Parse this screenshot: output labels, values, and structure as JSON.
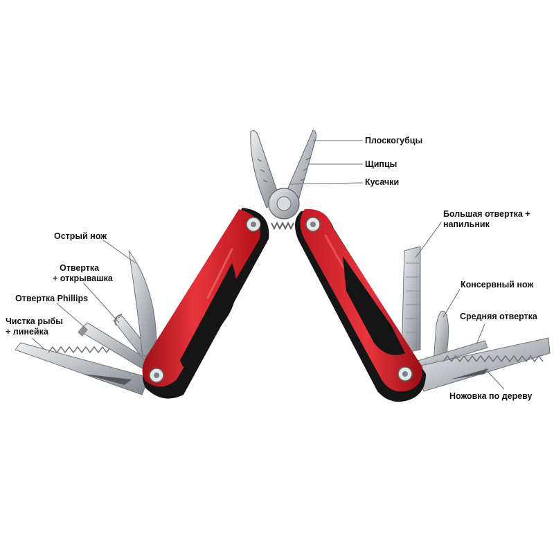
{
  "colors": {
    "handle_red": "#d3222c",
    "handle_dark": "#8e0d14",
    "grip_black": "#151515",
    "steel": "#c9ccd0",
    "steel_dark": "#8d9196",
    "leader": "#6b6b6b"
  },
  "labels_right": {
    "pliers": "Плоскогубцы",
    "tweezers": "Щипцы",
    "cutters": "Кусачки",
    "big_screwdriver_l1": "Большая отвертка +",
    "big_screwdriver_l2": "напильник",
    "can_opener": "Консервный нож",
    "medium_screwdriver": "Средняя отвертка",
    "wood_saw": "Ножовка по дереву"
  },
  "labels_left": {
    "sharp_knife": "Острый нож",
    "screwdriver_opener_l1": "Отвертка",
    "screwdriver_opener_l2": "+ открывашка",
    "phillips": "Отвертка Phillips",
    "fish_scaler_l1": "Чистка рыбы",
    "fish_scaler_l2": "+ линейка"
  }
}
